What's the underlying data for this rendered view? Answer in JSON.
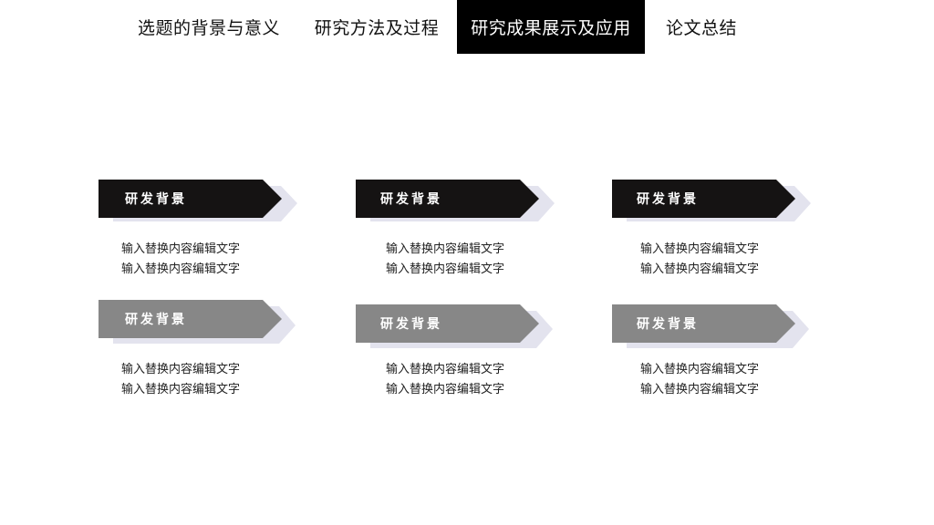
{
  "nav": {
    "items": [
      {
        "label": "选题的背景与意义"
      },
      {
        "label": "研究方法及过程"
      },
      {
        "label": "研究成果展示及应用"
      },
      {
        "label": "论文总结"
      }
    ],
    "active_index": 2
  },
  "colors": {
    "dark_banner": "#151313",
    "gray_banner": "#878787",
    "shadow": "#e3e3ee",
    "active_tab": "#000000"
  },
  "cards": [
    {
      "title": "研发背景",
      "lines": [
        "输入替换内容编辑文字",
        "输入替换内容编辑文字"
      ],
      "style": "dark"
    },
    {
      "title": "研发背景",
      "lines": [
        "输入替换内容编辑文字",
        "输入替换内容编辑文字"
      ],
      "style": "dark"
    },
    {
      "title": "研发背景",
      "lines": [
        "输入替换内容编辑文字",
        "输入替换内容编辑文字"
      ],
      "style": "dark"
    },
    {
      "title": "研发背景",
      "lines": [
        "输入替换内容编辑文字",
        "输入替换内容编辑文字"
      ],
      "style": "gray"
    },
    {
      "title": "研发背景",
      "lines": [
        "输入替换内容编辑文字",
        "输入替换内容编辑文字"
      ],
      "style": "gray"
    },
    {
      "title": "研发背景",
      "lines": [
        "输入替换内容编辑文字",
        "输入替换内容编辑文字"
      ],
      "style": "gray"
    }
  ]
}
